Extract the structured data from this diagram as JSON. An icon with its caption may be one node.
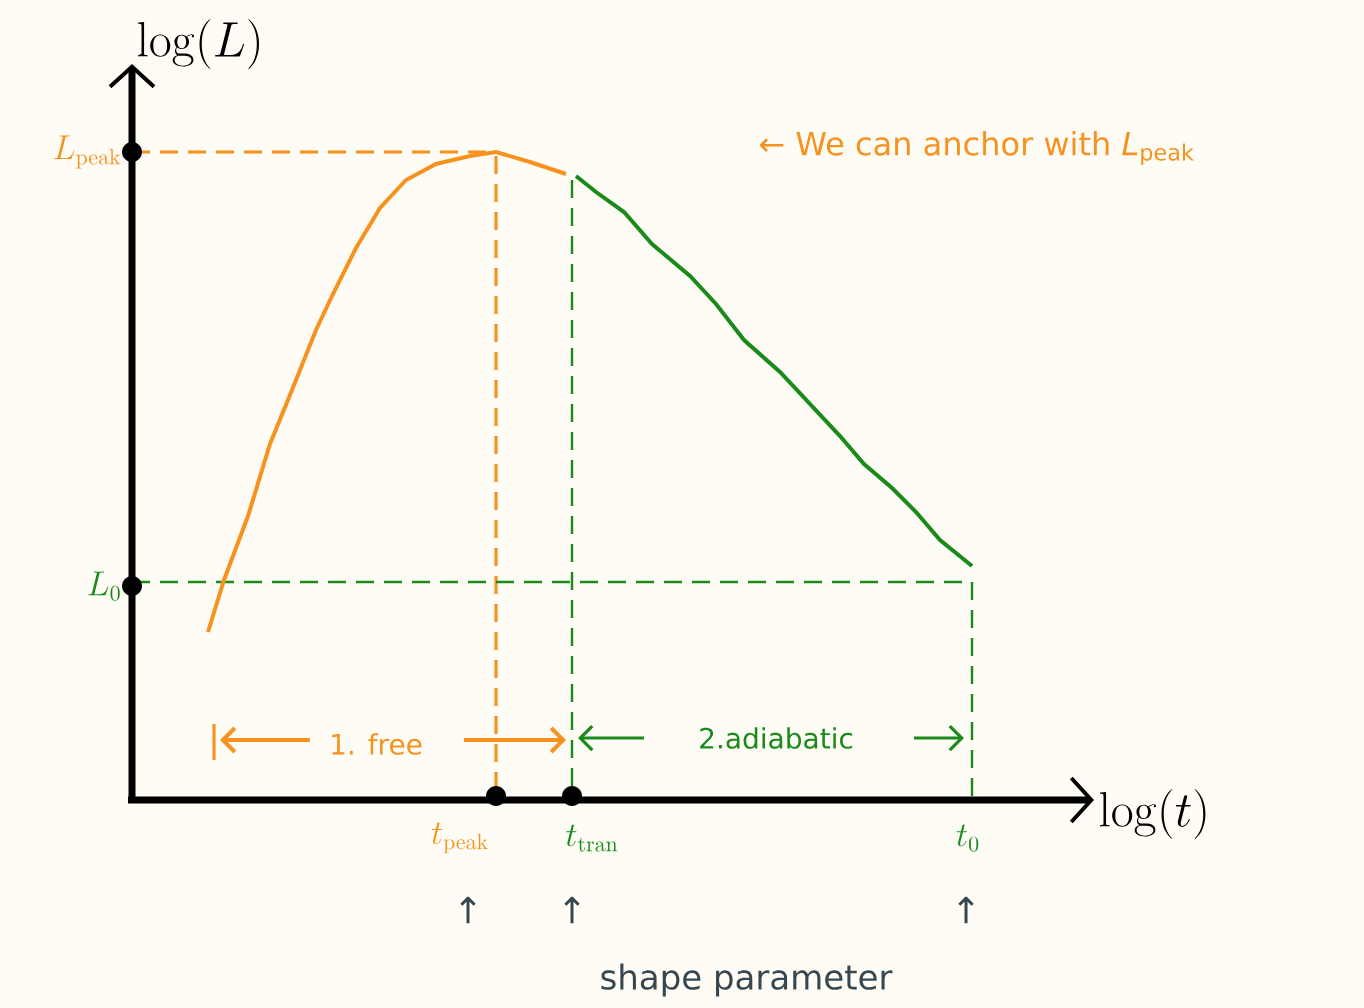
{
  "diagram": {
    "labels": [
      "\\log(L)",
      "L_{\\mathrm{peak}}",
      "← We can anchor with *L*$_{peak}$",
      "L_0",
      "1. free",
      "2.adiabatic",
      "\\log(t)",
      "t_{\\mathrm{peak}}",
      "t_{\\mathrm{tran}}",
      "t_0",
      "↑",
      "↑",
      "↑",
      "shape parameter"
    ]
  }
}
